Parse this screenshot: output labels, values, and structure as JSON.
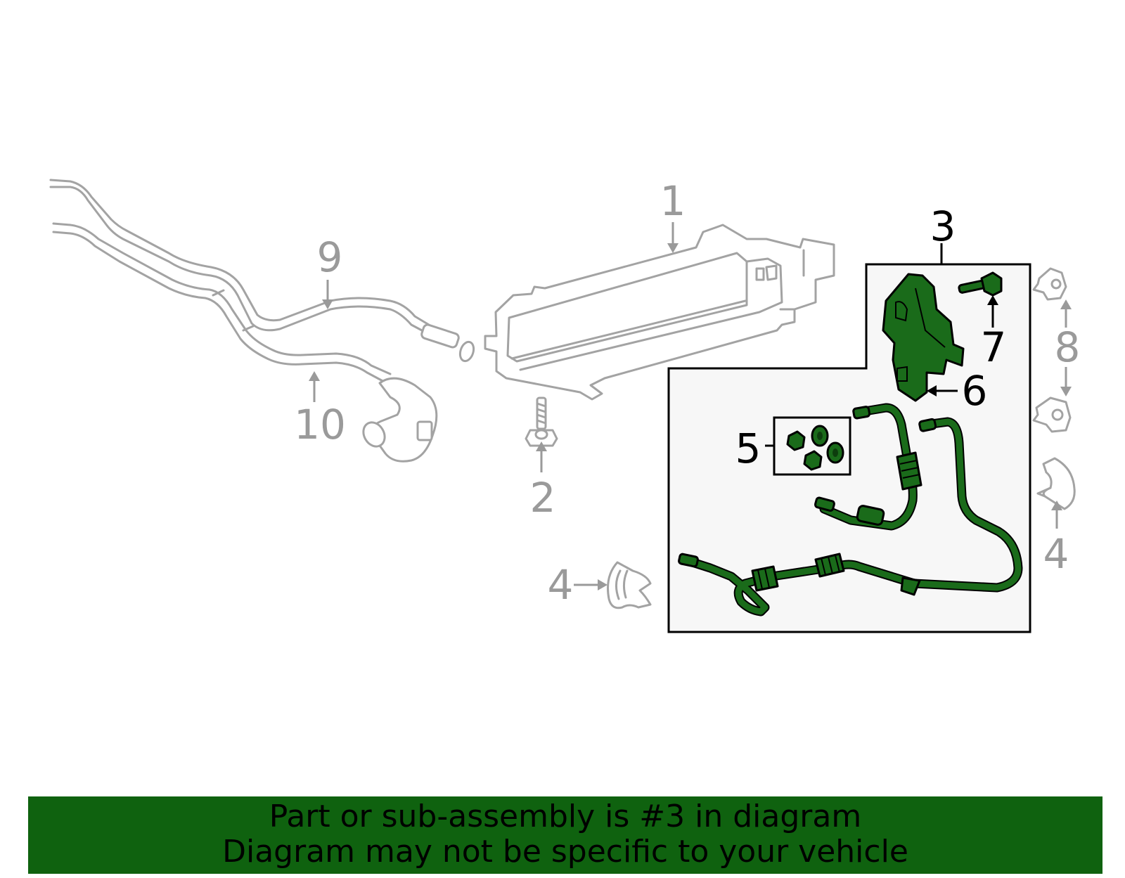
{
  "callouts": {
    "c1": "1",
    "c2": "2",
    "c3": "3",
    "c4a": "4",
    "c4b": "4",
    "c5": "5",
    "c6": "6",
    "c7": "7",
    "c8": "8",
    "c9": "9",
    "c10": "10"
  },
  "banner": {
    "line1": "Part or sub-assembly is #3 in diagram",
    "line2": "Diagram may not be specific to your vehicle"
  },
  "colors": {
    "highlight": "#1a6b1a",
    "banner": "#0f620f",
    "ghost": "#a3a3a3",
    "inset_bg": "#f7f7f7"
  }
}
